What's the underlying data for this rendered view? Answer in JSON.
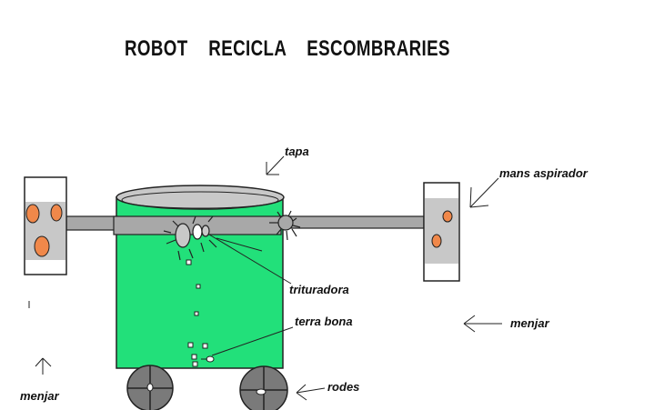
{
  "title": "ROBOT    RECICLA    ESCOMBRARIES",
  "labels": {
    "tapa": "tapa",
    "mans_aspirador": "mans  aspirador",
    "trituradora": "trituradora",
    "terra_bona": "terra  bona",
    "rodes": "rodes",
    "menjar_right": "menjar",
    "menjar_left": "menjar"
  },
  "colors": {
    "body": "#22e07a",
    "arm": "#a8a8a8",
    "hand": "#c8c8c8",
    "pad": "#f0884a",
    "wheel": "#7a7a7a",
    "lid": "#c8c8c8"
  }
}
